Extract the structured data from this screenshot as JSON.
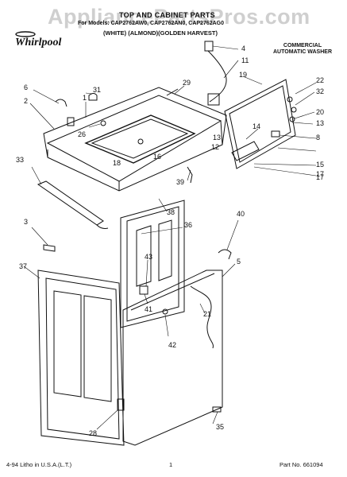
{
  "watermark": "AppliancePartsPros.com",
  "header": {
    "title": "TOP AND CABINET PARTS",
    "models": "For Models: CAP2762AW0, CAP2762AN0, CAP2762AG0",
    "colors": "(WHITE)   (ALMOND)(GOLDEN HARVEST)",
    "brand": "Whirlpool",
    "product_type": "COMMERCIAL AUTOMATIC WASHER"
  },
  "callouts": [
    "4",
    "11",
    "29",
    "19",
    "22",
    "32",
    "6",
    "31",
    "1",
    "2",
    "20",
    "13",
    "26",
    "14",
    "13",
    "12",
    "18",
    "16",
    "8",
    "17",
    "33",
    "15",
    "17",
    "39",
    "38",
    "40",
    "3",
    "36",
    "5",
    "43",
    "37",
    "41",
    "21",
    "42",
    "28",
    "35"
  ],
  "footer": {
    "print_note": "4-94 Litho in U.S.A.(L.T.)",
    "page": "1",
    "part_no": "Part No. 661094"
  }
}
